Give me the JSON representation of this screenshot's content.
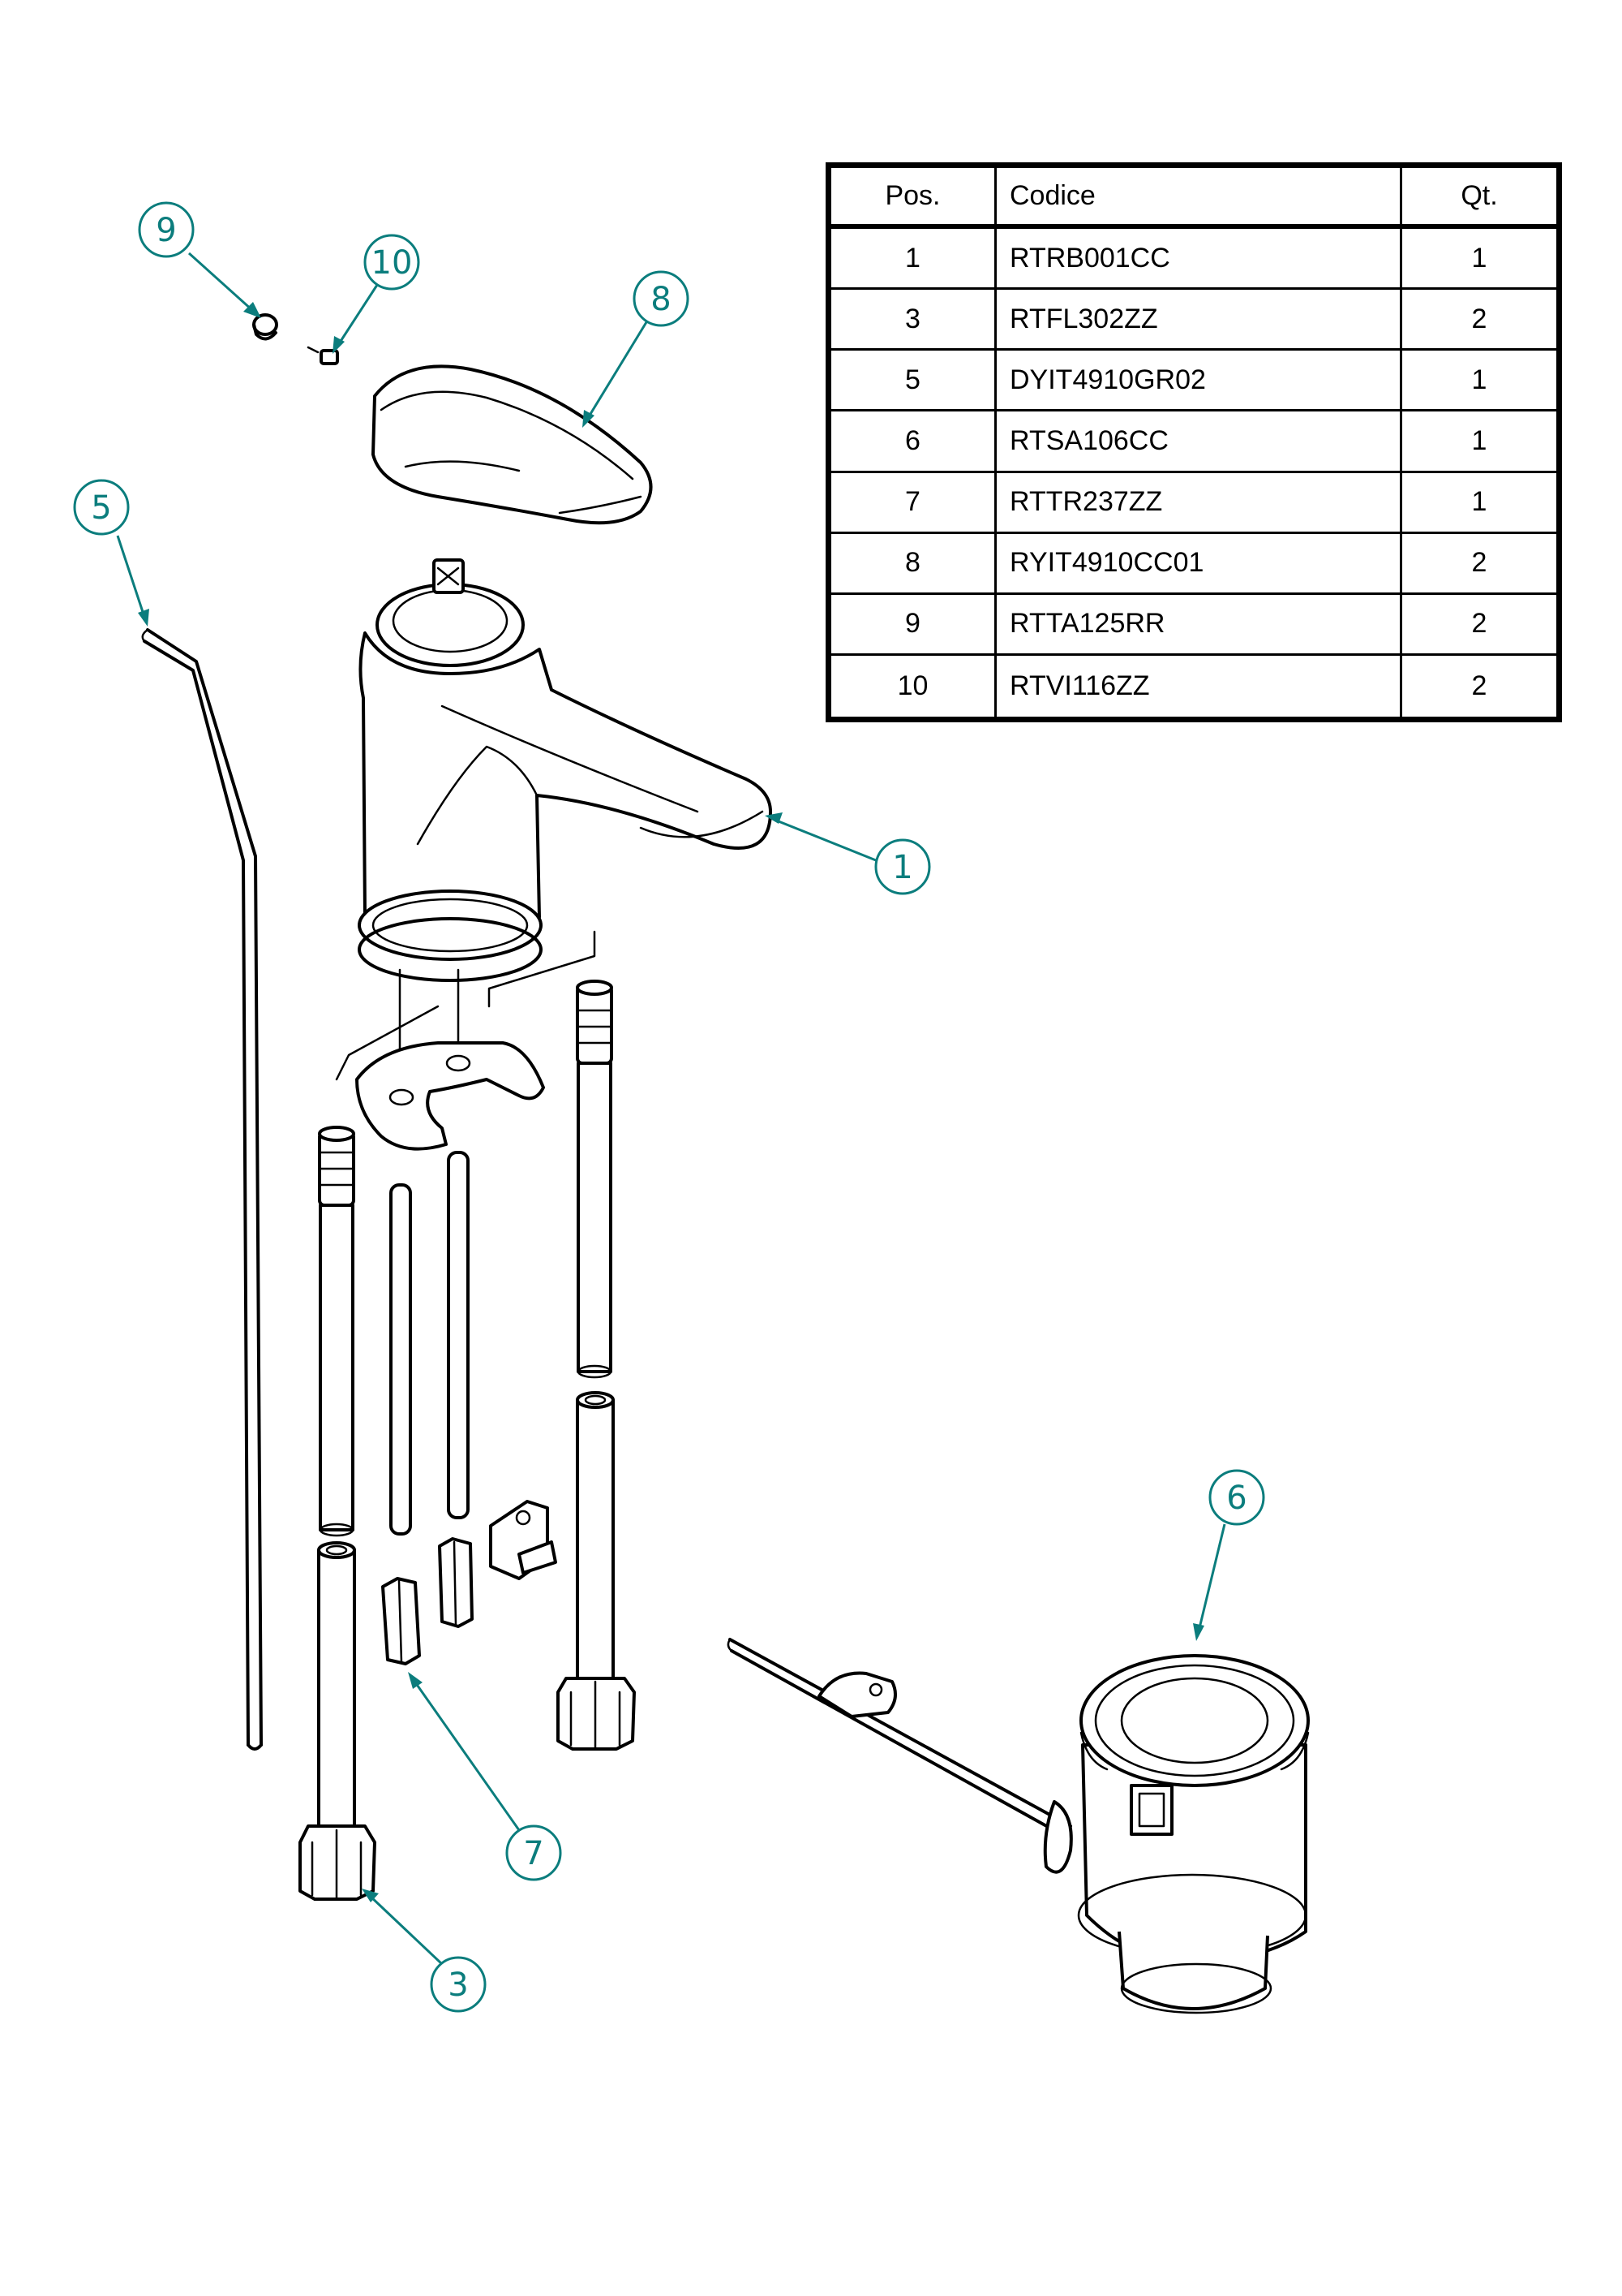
{
  "table": {
    "headers": {
      "pos": "Pos.",
      "code": "Codice",
      "qty": "Qt."
    },
    "rows": [
      {
        "pos": "1",
        "code": "RTRB001CC",
        "qty": "1"
      },
      {
        "pos": "3",
        "code": "RTFL302ZZ",
        "qty": "2"
      },
      {
        "pos": "5",
        "code": "DYIT4910GR02",
        "qty": "1"
      },
      {
        "pos": "6",
        "code": "RTSA106CC",
        "qty": "1"
      },
      {
        "pos": "7",
        "code": "RTTR237ZZ",
        "qty": "1"
      },
      {
        "pos": "8",
        "code": "RYIT4910CC01",
        "qty": "2"
      },
      {
        "pos": "9",
        "code": "RTTA125RR",
        "qty": "2"
      },
      {
        "pos": "10",
        "code": "RTVI116ZZ",
        "qty": "2"
      }
    ]
  },
  "callouts": {
    "c1": "1",
    "c3": "3",
    "c5": "5",
    "c6": "6",
    "c7": "7",
    "c8": "8",
    "c9": "9",
    "c10": "10"
  },
  "colors": {
    "callout": "#0b7d7d",
    "line": "#000000"
  }
}
